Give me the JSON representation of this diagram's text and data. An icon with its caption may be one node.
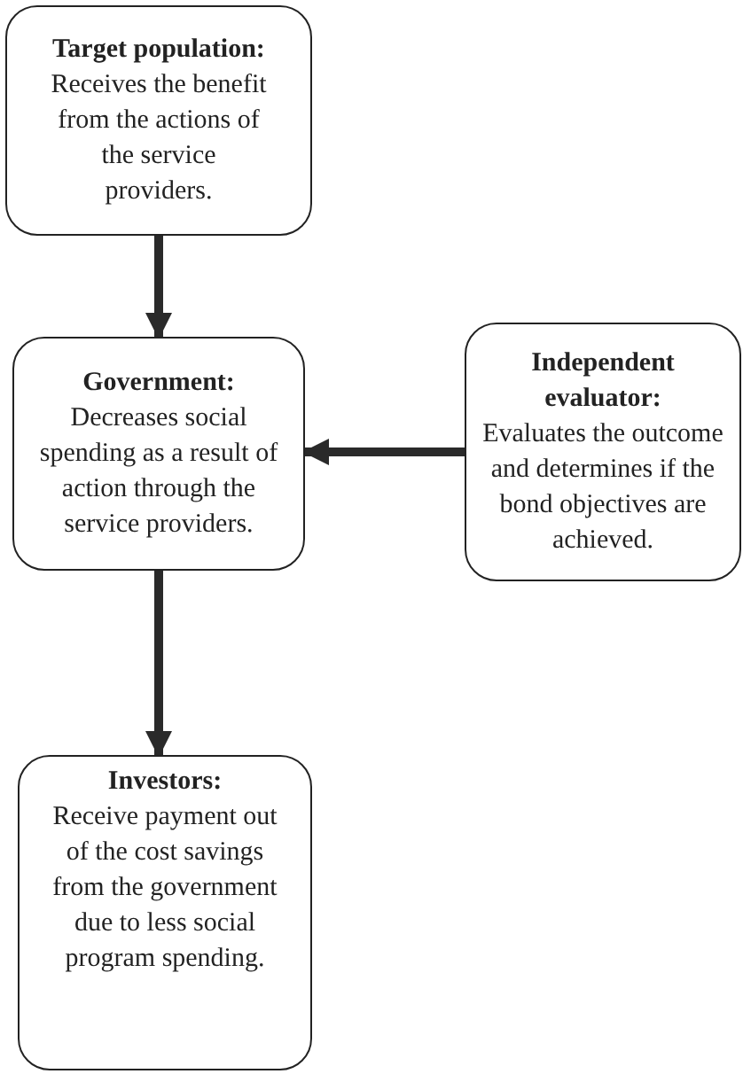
{
  "diagram": {
    "nodes": [
      {
        "text": [
          "Target population:",
          "Receives the benefit from the actions of the service providers."
        ]
      },
      {
        "text": [
          "Government:",
          "Decreases social spending as a result of action through the service providers."
        ]
      },
      {
        "text": [
          "Independent evaluator:",
          "Evaluates the outcome and determines if the bond objectives are achieved."
        ]
      },
      {
        "text": [
          "Investors:",
          "Receive payment out of the cost savings from the government due to less social program spending."
        ]
      }
    ],
    "edges": [
      {
        "from": 0,
        "to": 1,
        "arrow": "to"
      },
      {
        "from": 2,
        "to": 1,
        "arrow": "to"
      },
      {
        "from": 1,
        "to": 3,
        "arrow": "to"
      }
    ]
  }
}
